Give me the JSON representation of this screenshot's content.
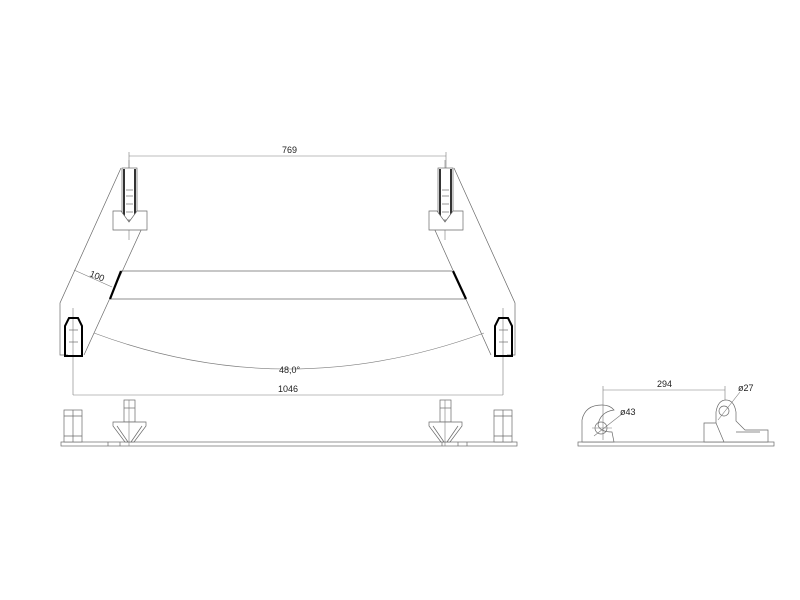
{
  "drawing": {
    "type": "technical-drawing",
    "views": [
      "top-view",
      "side-view",
      "end-detail-view"
    ]
  },
  "dimensions": {
    "top_span": "769",
    "arm_width": "100",
    "arc_angle": "48,0°",
    "bottom_span": "1046",
    "hook_spacing": "294",
    "hook_diameter": "ø43",
    "pin_diameter": "ø27"
  },
  "colors": {
    "line": "#6a6a6a",
    "heavy_line": "#000000",
    "background": "#ffffff"
  }
}
